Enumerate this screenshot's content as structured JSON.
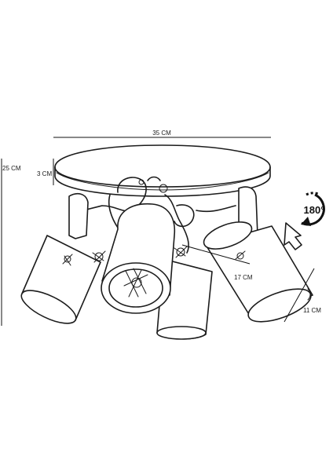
{
  "dimensions": {
    "width": "35 CM",
    "height": "25 CM",
    "base_thickness": "3 CM",
    "arm_length": "17 CM",
    "shade_diameter": "11 CM"
  },
  "rotation": {
    "label": "180°"
  },
  "icons": {
    "rotation": "rotate-180-icon",
    "direction": "up-right-arrow-icon"
  }
}
